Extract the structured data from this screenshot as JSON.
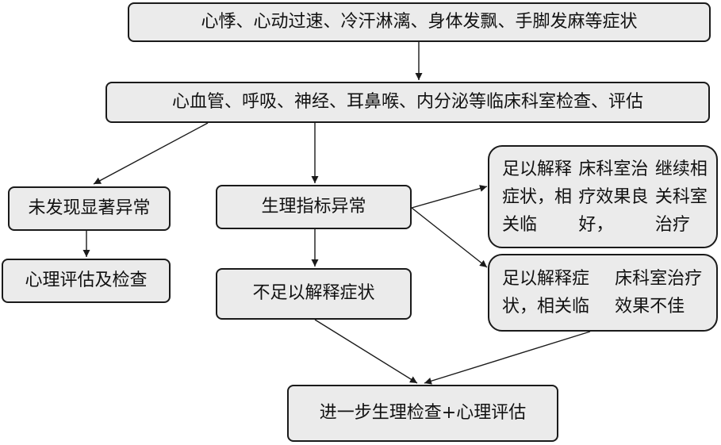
{
  "colors": {
    "box_fill": "#ebebeb",
    "line": "#1a1a1a",
    "text": "#111111"
  },
  "nodes": {
    "symptoms": "心悸、心动过速、冷汗淋漓、身体发飘、手脚发麻等症状",
    "clinical_exam": "心血管、呼吸、神经、耳鼻喉、内分泌等临床科室检查、评估",
    "no_abnormal": "未发现显著异常",
    "psych_eval": "心理评估及检查",
    "physio_abnormal": "生理指标异常",
    "not_explain": "不足以解释症状",
    "explain_good": [
      "足以解释症状，相关临",
      "床科室治疗效果良好，",
      "继续相关科室治疗"
    ],
    "explain_poor": [
      "足以解释症状，相关临",
      "床科室治疗效果不佳"
    ],
    "further": "进一步生理检查+心理评估"
  }
}
